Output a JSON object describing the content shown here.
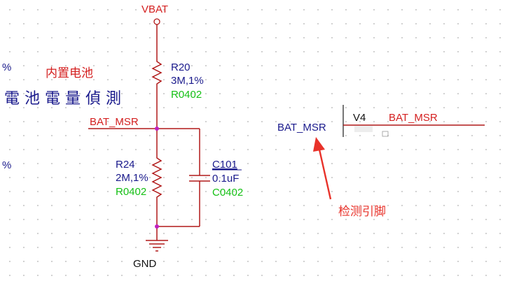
{
  "power": {
    "vbat": "VBAT",
    "gnd": "GND"
  },
  "annotations": {
    "internal_battery": "内置电池",
    "battery_detect_title": "電 池 電 量 偵 測",
    "detect_pin": "检测引脚",
    "percent_1": "%",
    "percent_2": "%"
  },
  "components": {
    "r20": {
      "ref": "R20",
      "value": "3M,1%",
      "footprint": "R0402"
    },
    "r24": {
      "ref": "R24",
      "value": "2M,1%",
      "footprint": "R0402"
    },
    "c101": {
      "ref": "C101",
      "value": "0.1uF",
      "footprint": "C0402"
    }
  },
  "nets": {
    "left_label": "BAT_MSR",
    "chip_net_label": "BAT_MSR",
    "pin_name": "BAT_MSR",
    "pin_number": "V4"
  },
  "colors": {
    "wire": "#b01818",
    "component": "#b01818",
    "junction": "#c020c0",
    "arrow": "#e8322a"
  }
}
